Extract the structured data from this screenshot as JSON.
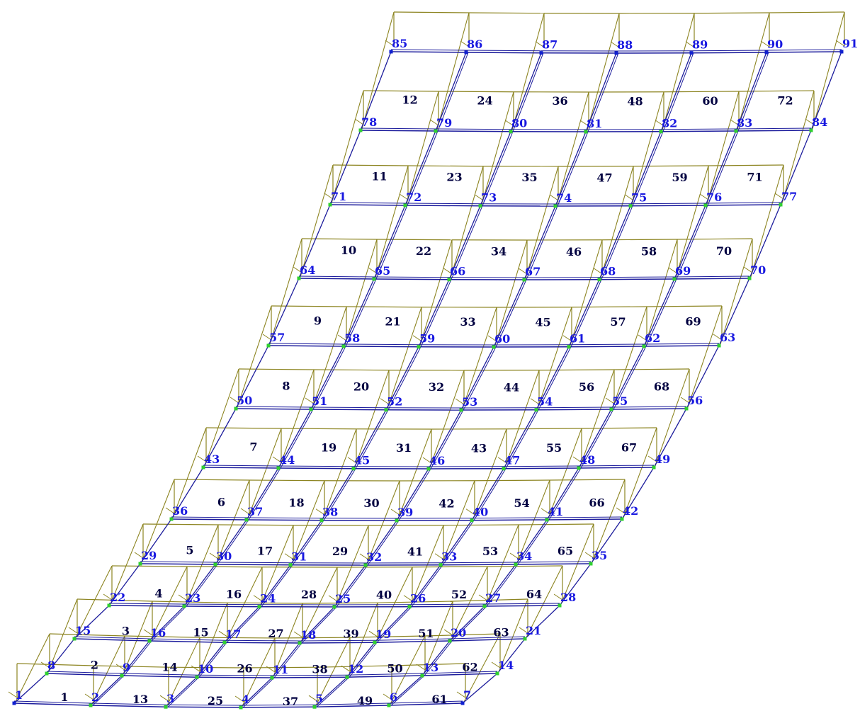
{
  "view": {
    "title": "",
    "description_visible": false
  },
  "colors": {
    "background": "#ffffff",
    "beam": "#1c1c9c",
    "frame": "#8c8420",
    "node_blue": "#1020d0",
    "node_green": "#30d030",
    "node_label": "#1818e0",
    "element_label": "#000040"
  },
  "grid": {
    "columns": 7,
    "rows": 13,
    "nodes": [
      "1",
      "2",
      "3",
      "4",
      "5",
      "6",
      "7",
      "8",
      "9",
      "10",
      "11",
      "12",
      "13",
      "14",
      "15",
      "16",
      "17",
      "18",
      "19",
      "20",
      "21",
      "22",
      "23",
      "24",
      "25",
      "26",
      "27",
      "28",
      "29",
      "30",
      "31",
      "32",
      "33",
      "34",
      "35",
      "36",
      "37",
      "38",
      "39",
      "40",
      "41",
      "42",
      "43",
      "44",
      "45",
      "46",
      "47",
      "48",
      "49",
      "50",
      "51",
      "52",
      "53",
      "54",
      "55",
      "56",
      "57",
      "58",
      "59",
      "60",
      "61",
      "62",
      "63",
      "64",
      "65",
      "66",
      "67",
      "68",
      "69",
      "70",
      "71",
      "72",
      "73",
      "74",
      "75",
      "76",
      "77",
      "78",
      "79",
      "80",
      "81",
      "82",
      "83",
      "84",
      "85",
      "86",
      "87",
      "88",
      "89",
      "90",
      "91"
    ],
    "elements": [
      "1",
      "2",
      "3",
      "4",
      "5",
      "6",
      "7",
      "8",
      "9",
      "10",
      "11",
      "12",
      "13",
      "14",
      "15",
      "16",
      "17",
      "18",
      "19",
      "20",
      "21",
      "22",
      "23",
      "24",
      "25",
      "26",
      "27",
      "28",
      "29",
      "30",
      "31",
      "32",
      "33",
      "34",
      "35",
      "36",
      "37",
      "38",
      "39",
      "40",
      "41",
      "42",
      "43",
      "44",
      "45",
      "46",
      "47",
      "48",
      "49",
      "50",
      "51",
      "52",
      "53",
      "54",
      "55",
      "56",
      "57",
      "58",
      "59",
      "60",
      "61",
      "62",
      "63",
      "64",
      "65",
      "66",
      "67",
      "68",
      "69",
      "70",
      "71",
      "72"
    ]
  }
}
